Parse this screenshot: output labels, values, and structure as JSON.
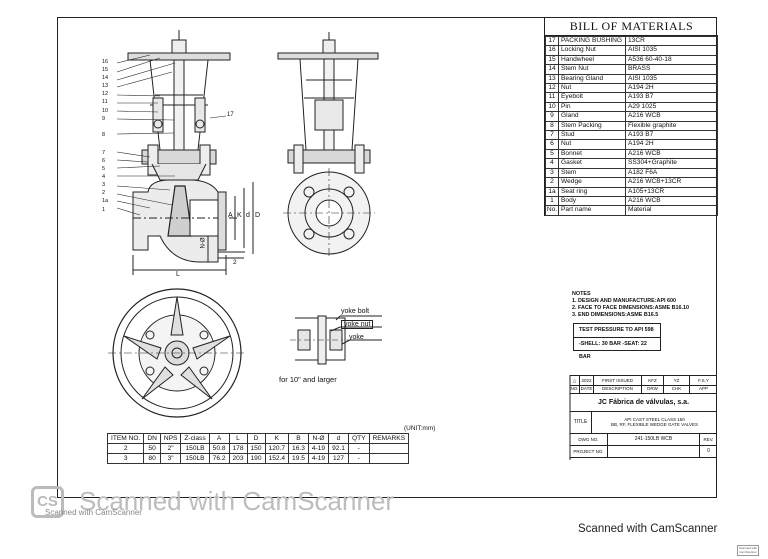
{
  "bom": {
    "title": "BILL OF MATERIALS",
    "rows": [
      {
        "no": "17",
        "part": "PACKING BUSHING",
        "material": "13CR"
      },
      {
        "no": "16",
        "part": "Locking Nut",
        "material": "AISI 1035"
      },
      {
        "no": "15",
        "part": "Handwheel",
        "material": "A536 60-40-18"
      },
      {
        "no": "14",
        "part": "Stem Nut",
        "material": "BRASS"
      },
      {
        "no": "13",
        "part": "Bearing Gland",
        "material": "AISI 1035"
      },
      {
        "no": "12",
        "part": "Nut",
        "material": "A194 2H"
      },
      {
        "no": "11",
        "part": "Eyebolt",
        "material": "A193 B7"
      },
      {
        "no": "10",
        "part": "Pin",
        "material": "A29 1025"
      },
      {
        "no": "9",
        "part": "Gland",
        "material": "A216 WCB"
      },
      {
        "no": "8",
        "part": "Stem Packing",
        "material": "Flexible graphite"
      },
      {
        "no": "7",
        "part": "Stud",
        "material": "A193 B7"
      },
      {
        "no": "6",
        "part": "Nut",
        "material": "A194 2H"
      },
      {
        "no": "5",
        "part": "Bonnet",
        "material": "A216 WCB"
      },
      {
        "no": "4",
        "part": "Gasket",
        "material": "SS304+Graphite"
      },
      {
        "no": "3",
        "part": "Stem",
        "material": "A182 F6A"
      },
      {
        "no": "2",
        "part": "Wedge",
        "material": "A216 WCB+13CR"
      },
      {
        "no": "1a",
        "part": "Seat ring",
        "material": "A105+13CR"
      },
      {
        "no": "1",
        "part": "Body",
        "material": "A216 WCB"
      },
      {
        "no": "No.",
        "part": "Part name",
        "material": "Material"
      }
    ]
  },
  "callouts": {
    "left_stack": [
      "16",
      "15",
      "14",
      "13",
      "12",
      "11",
      "10",
      "9",
      "8",
      "7",
      "6",
      "5",
      "4",
      "3",
      "2",
      "1a",
      "1"
    ],
    "right": "17"
  },
  "dim_labels": {
    "A": "A",
    "K": "K",
    "D": "D",
    "d": "d",
    "nphi": "N-Ø",
    "two": "2",
    "L": "L"
  },
  "detail": {
    "yoke_bolt": "yoke bolt",
    "yoke_nut": "yoke nut",
    "yoke": "yoke",
    "caption": "for 10\" and larger"
  },
  "dims_table": {
    "unit": "(UNIT:mm)",
    "headers": [
      "ITEM NO.",
      "DN",
      "NPS",
      "Z-class",
      "A",
      "L",
      "D",
      "K",
      "B",
      "N-Ø",
      "d",
      "QTY",
      "REMARKS"
    ],
    "rows": [
      [
        "2",
        "50",
        "2\"",
        "150LB",
        "50.8",
        "178",
        "150",
        "120.7",
        "16.3",
        "4-19",
        "92.1",
        "-",
        ""
      ],
      [
        "3",
        "80",
        "3\"",
        "150LB",
        "76.2",
        "203",
        "190",
        "152.4",
        "19.5",
        "4-19",
        "127",
        "-",
        ""
      ]
    ]
  },
  "notes": {
    "heading": "NOTES",
    "lines": [
      "1. DESIGN AND MANUFACTURE:API 600",
      "2. FACE TO FACE DIMENSIONS:ASME B16.10",
      "3. END DIMENSIONS:ASME B16.5"
    ],
    "test_title": "TEST PRESSURE TO API 598",
    "test_values": "-SHELL: 30 BAR    -SEAT: 22 BAR"
  },
  "title_block": {
    "rev_no": "1",
    "rev_date": "2022",
    "rev_desc": "FIRST ISSUED",
    "drw": "KFZ",
    "chk": "YZ",
    "app": "F.S.Y",
    "hdr_no": "NO.",
    "hdr_date": "DATE",
    "hdr_desc": "DESCRIPTION",
    "hdr_drw": "DRW",
    "hdr_chk": "CHK",
    "hdr_app": "APP",
    "company": "JC Fábrica de válvulas, s.a.",
    "title_label": "TITLE",
    "title_line1": "API CAST STEEL CLASS 150",
    "title_line2": "BB, RF, FLEXIBLE WEDGE GATE VALVES",
    "dwg_label": "DWG NO.",
    "dwg_no": "241-150LB WCB",
    "rev_label": "REV.",
    "project_label": "PROJECT NO.",
    "rev_value": "0"
  },
  "watermark": {
    "logo": "CS",
    "big": "Scanned with CamScanner",
    "small": "Scanned with CamScanner"
  },
  "footer": {
    "text": "Scanned with CamScanner",
    "badge": "Scanned with CamScanner"
  }
}
